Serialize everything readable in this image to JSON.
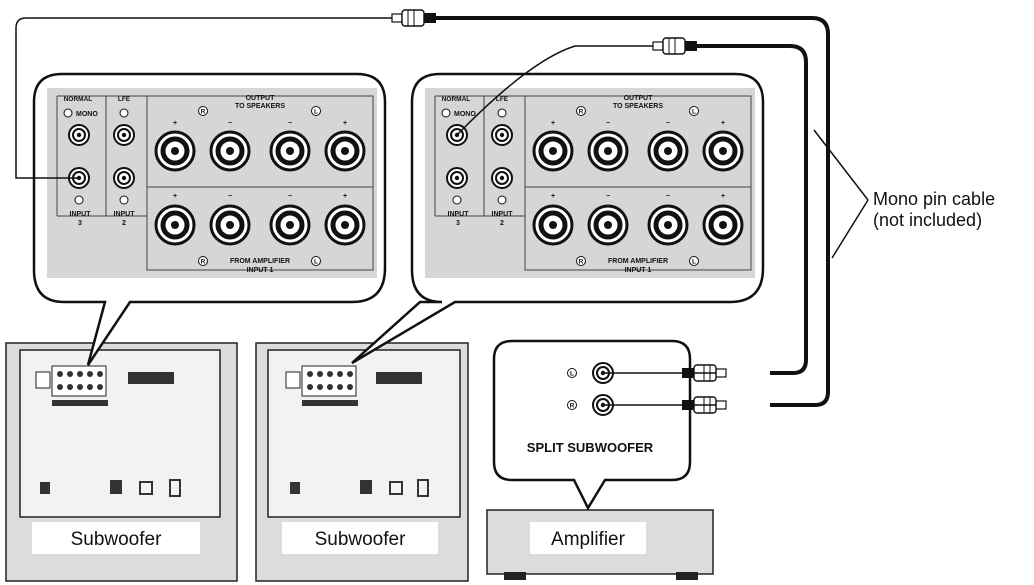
{
  "callout": {
    "line1": "Mono pin cable",
    "line2": "(not included)"
  },
  "panel": {
    "normal_label": "NORMAL",
    "mono_label": "MONO",
    "lfe_label": "LFE",
    "output_label": "OUTPUT",
    "to_speakers_label": "TO SPEAKERS",
    "input3_label": "INPUT",
    "input3_num": "3",
    "input2_label": "INPUT",
    "input2_num": "2",
    "from_amp_label": "FROM AMPLIFIER",
    "input1_label": "INPUT 1",
    "left_marker": "L",
    "right_marker": "R",
    "plus": "+",
    "minus": "−"
  },
  "split_panel": {
    "title": "SPLIT SUBWOOFER",
    "left_marker": "L",
    "right_marker": "R"
  },
  "devices": {
    "subwoofer1_label": "Subwoofer",
    "subwoofer2_label": "Subwoofer",
    "amplifier_label": "Amplifier"
  }
}
